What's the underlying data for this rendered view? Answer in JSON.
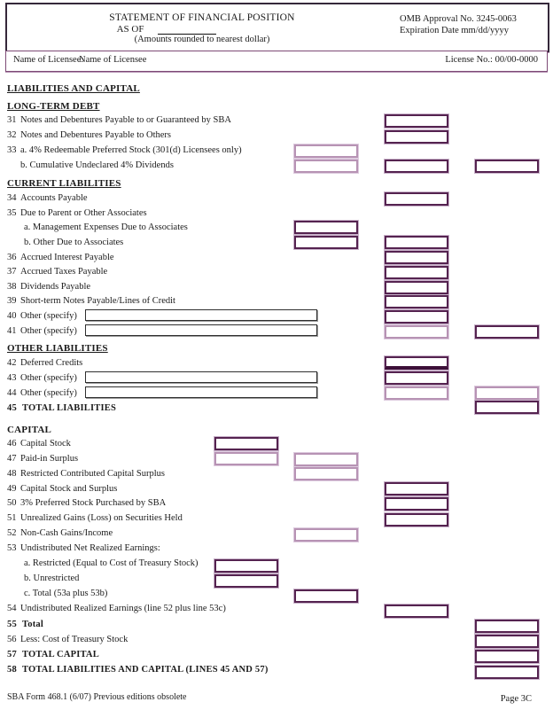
{
  "header": {
    "title": "STATEMENT OF FINANCIAL POSITION",
    "as_of_label": "AS OF",
    "subtitle": "(Amounts rounded to nearest dollar)",
    "omb_approval": "OMB Approval No. 3245-0063",
    "expiration": "Expiration Date  mm/dd/yyyy",
    "licensee_label": "Name of Licensee:",
    "licensee_value": "Name of Licensee",
    "license_no": "License No.:  00/00-0000"
  },
  "sections": {
    "liabilities_capital": "LIABILITIES AND CAPITAL",
    "long_term_debt": "LONG-TERM DEBT",
    "current_liabilities": "CURRENT LIABILITIES",
    "other_liabilities": "OTHER LIABILITIES",
    "capital": "CAPITAL"
  },
  "lines": {
    "l31": {
      "num": "31",
      "label": "Notes and Debentures Payable to or Guaranteed by SBA"
    },
    "l32": {
      "num": "32",
      "label": "Notes and Debentures Payable to Others"
    },
    "l33a": {
      "num": "33",
      "label": "a. 4% Redeemable Preferred Stock (301(d) Licensees only)"
    },
    "l33b": {
      "num": "",
      "label": "b. Cumulative Undeclared 4% Dividends"
    },
    "l34": {
      "num": "34",
      "label": "Accounts Payable"
    },
    "l35": {
      "num": "35",
      "label": "Due to Parent or Other Associates"
    },
    "l35a": {
      "num": "",
      "label": "a.  Management Expenses Due to Associates"
    },
    "l35b": {
      "num": "",
      "label": "b. Other Due to Associates"
    },
    "l36": {
      "num": "36",
      "label": "Accrued Interest Payable"
    },
    "l37": {
      "num": "37",
      "label": "Accrued Taxes Payable"
    },
    "l38": {
      "num": "38",
      "label": "Dividends Payable"
    },
    "l39": {
      "num": "39",
      "label": "Short-term Notes Payable/Lines of Credit"
    },
    "l40": {
      "num": "40",
      "label": "Other (specify)"
    },
    "l41": {
      "num": "41",
      "label": "Other (specify)"
    },
    "l42": {
      "num": "42",
      "label": "Deferred Credits"
    },
    "l43": {
      "num": "43",
      "label": "Other (specify)"
    },
    "l44": {
      "num": "44",
      "label": "Other (specify)"
    },
    "l45": {
      "num": "45",
      "label": "TOTAL LIABILITIES"
    },
    "l46": {
      "num": "46",
      "label": "Capital Stock"
    },
    "l47": {
      "num": "47",
      "label": "Paid-in Surplus"
    },
    "l48": {
      "num": "48",
      "label": "Restricted Contributed Capital Surplus"
    },
    "l49": {
      "num": "49",
      "label": "Capital Stock and Surplus"
    },
    "l50": {
      "num": "50",
      "label": "3% Preferred Stock Purchased by SBA"
    },
    "l51": {
      "num": "51",
      "label": "Unrealized Gains (Loss) on Securities Held"
    },
    "l52": {
      "num": "52",
      "label": "Non-Cash Gains/Income"
    },
    "l53": {
      "num": "53",
      "label": "Undistributed Net Realized Earnings:"
    },
    "l53a": {
      "num": "",
      "label": "a.  Restricted (Equal to Cost of Treasury Stock)"
    },
    "l53b": {
      "num": "",
      "label": "b.  Unrestricted"
    },
    "l53c": {
      "num": "",
      "label": "c.  Total (53a plus 53b)"
    },
    "l54": {
      "num": "54",
      "label": "Undistributed Realized Earnings (line 52 plus line 53c)"
    },
    "l55": {
      "num": "55",
      "label": "Total"
    },
    "l56": {
      "num": "56",
      "label": "Less:  Cost of Treasury Stock"
    },
    "l57": {
      "num": "57",
      "label": "TOTAL CAPITAL"
    },
    "l58": {
      "num": "58",
      "label": "TOTAL LIABILITIES AND  CAPITAL (LINES 45 AND 57)"
    }
  },
  "footer": {
    "form_id": "SBA Form 468.1 (6/07) Previous editions obsolete",
    "page": "Page 3C"
  },
  "colors": {
    "box_border_dark": "#552350",
    "box_border_light": "#b793b4",
    "box_outline_tint": "#c9b2ca",
    "wide_box_border": "#2f2f2f",
    "licensee_row_border": "#7d4a76",
    "header_border": "#35283a"
  }
}
